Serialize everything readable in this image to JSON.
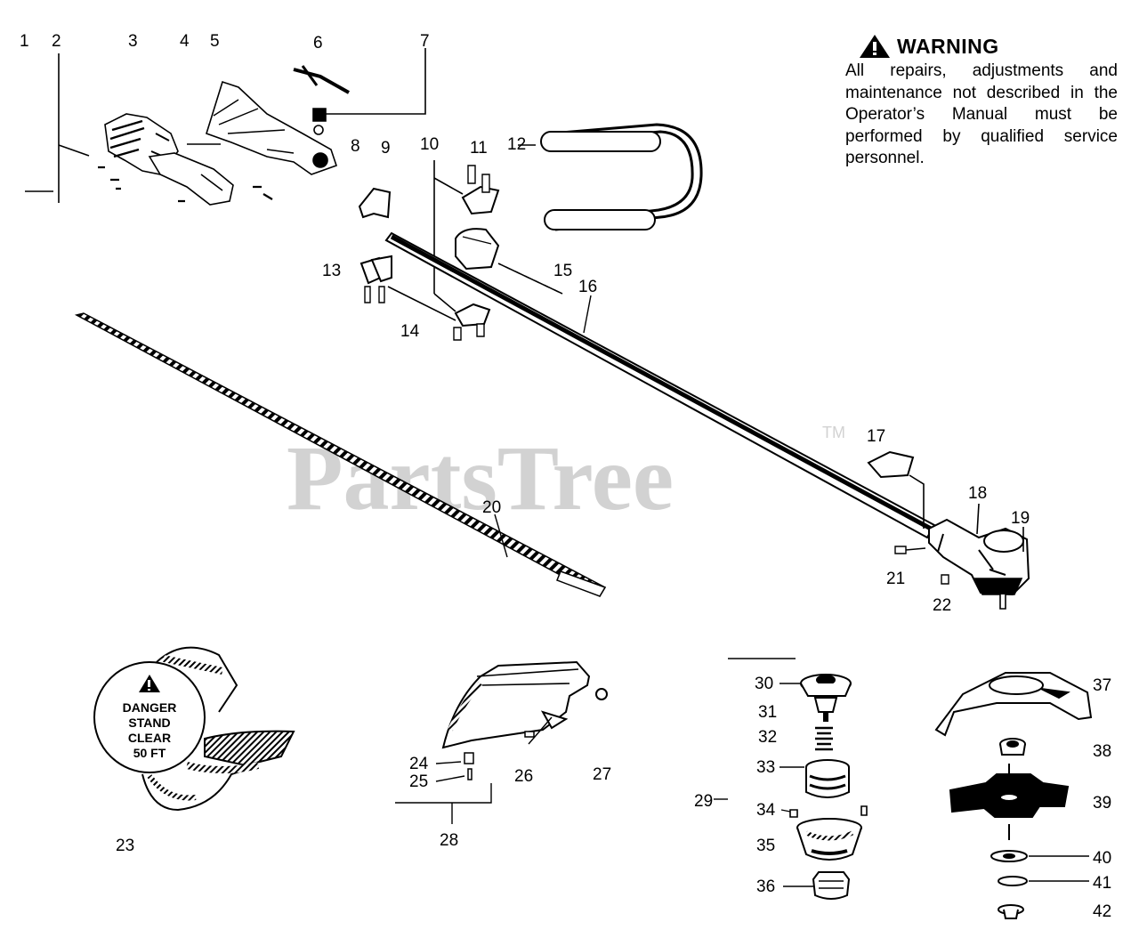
{
  "watermark": {
    "text": "PartsTree",
    "trademark": "TM"
  },
  "warning": {
    "title": "WARNING",
    "body": "All repairs, adjustments and maintenance not described in the Operator’s Manual must be performed by qualified service personnel."
  },
  "danger_decal": {
    "line1": "DANGER",
    "line2": "STAND",
    "line3": "CLEAR",
    "line4": "50 FT"
  },
  "callouts": [
    "1",
    "2",
    "3",
    "4",
    "5",
    "6",
    "7",
    "8",
    "9",
    "10",
    "11",
    "12",
    "13",
    "14",
    "15",
    "16",
    "17",
    "18",
    "19",
    "20",
    "21",
    "22",
    "23",
    "24",
    "25",
    "26",
    "27",
    "28",
    "29",
    "30",
    "31",
    "32",
    "33",
    "34",
    "35",
    "36",
    "37",
    "38",
    "39",
    "40",
    "41",
    "42"
  ],
  "icons": {
    "warning": "warning-triangle-icon"
  }
}
